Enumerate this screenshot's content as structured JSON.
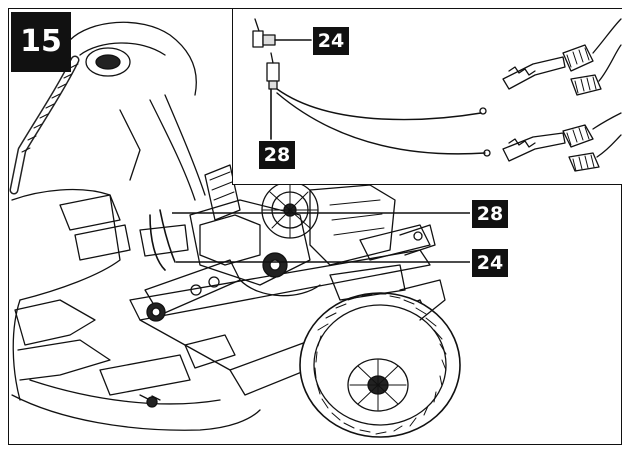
{
  "step": {
    "number": "15"
  },
  "inset": {
    "labels": {
      "upper": "24",
      "lower": "28"
    }
  },
  "main": {
    "labels": {
      "upper": "28",
      "lower": "24"
    }
  },
  "colors": {
    "ink": "#111111",
    "paper": "#ffffff",
    "shade": "#e6e6e6"
  }
}
